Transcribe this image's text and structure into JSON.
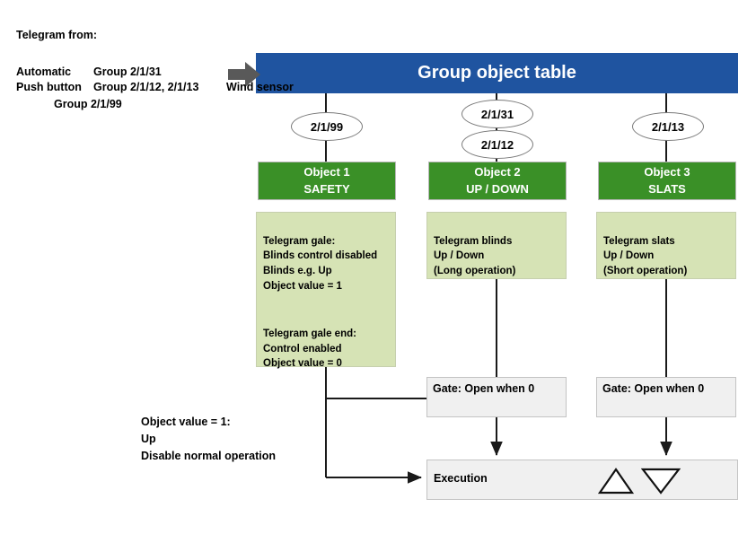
{
  "legend": {
    "title": "Telegram from:",
    "rows": [
      {
        "label": "Automatic",
        "value": "Group 2/1/31"
      },
      {
        "label": "Push button",
        "value": "Group 2/1/12, 2/1/13"
      },
      {
        "label": "",
        "value": "Group 2/1/99"
      }
    ],
    "wind_sensor": "Wind sensor"
  },
  "banner": {
    "title": "Group object table",
    "color": "#1F54A0"
  },
  "group_addresses": [
    {
      "id": "2/1/99",
      "column": 1
    },
    {
      "id": "2/1/31",
      "column": 2
    },
    {
      "id": "2/1/12",
      "column": 2
    },
    {
      "id": "2/1/13",
      "column": 3
    }
  ],
  "objects": [
    {
      "header_line1": "Object 1",
      "header_line2": "SAFETY",
      "body": "Telegram gale:\nBlinds control disabled\nBlinds e.g. Up\nObject value = 1",
      "body2": "Telegram gale end:\nControl enabled\nObject value = 0"
    },
    {
      "header_line1": "Object 2",
      "header_line2": "UP / DOWN",
      "body": "Telegram blinds\nUp / Down\n(Long operation)"
    },
    {
      "header_line1": "Object 3",
      "header_line2": "SLATS",
      "body": "Telegram slats\nUp / Down\n(Short operation)"
    }
  ],
  "gates": [
    {
      "label": "Gate: Open when 0"
    },
    {
      "label": "Gate: Open when 0"
    }
  ],
  "execution": {
    "label": "Execution",
    "icons": [
      "triangle-up",
      "triangle-down"
    ]
  },
  "note": "Object value = 1:\nUp\nDisable normal operation",
  "colors": {
    "banner_blue": "#1F54A0",
    "object_green": "#3A9027",
    "panel_green": "#D6E3B5",
    "box_gray": "#F0F0F0",
    "arrow_gray": "#595959"
  }
}
